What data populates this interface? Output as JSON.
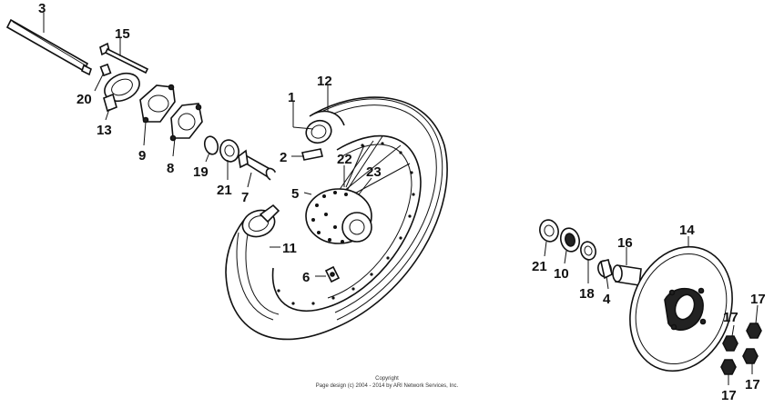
{
  "callouts": [
    {
      "id": "c3",
      "text": "3"
    },
    {
      "id": "c15",
      "text": "15"
    },
    {
      "id": "c20",
      "text": "20"
    },
    {
      "id": "c13",
      "text": "13"
    },
    {
      "id": "c9",
      "text": "9"
    },
    {
      "id": "c8",
      "text": "8"
    },
    {
      "id": "c19",
      "text": "19"
    },
    {
      "id": "c21a",
      "text": "21"
    },
    {
      "id": "c7",
      "text": "7"
    },
    {
      "id": "c1",
      "text": "1"
    },
    {
      "id": "c12",
      "text": "12"
    },
    {
      "id": "c2",
      "text": "2"
    },
    {
      "id": "c22",
      "text": "22"
    },
    {
      "id": "c23",
      "text": "23"
    },
    {
      "id": "c5",
      "text": "5"
    },
    {
      "id": "c11",
      "text": "11"
    },
    {
      "id": "c6",
      "text": "6"
    },
    {
      "id": "c14",
      "text": "14"
    },
    {
      "id": "c16",
      "text": "16"
    },
    {
      "id": "c21b",
      "text": "21"
    },
    {
      "id": "c10",
      "text": "10"
    },
    {
      "id": "c18",
      "text": "18"
    },
    {
      "id": "c4",
      "text": "4"
    },
    {
      "id": "c17a",
      "text": "17"
    },
    {
      "id": "c17b",
      "text": "17"
    },
    {
      "id": "c17c",
      "text": "17"
    },
    {
      "id": "c17d",
      "text": "17"
    }
  ],
  "copyright": {
    "line1": "Copyright",
    "line2": "Page design (c) 2004 - 2014 by ARI Network Services, Inc."
  }
}
